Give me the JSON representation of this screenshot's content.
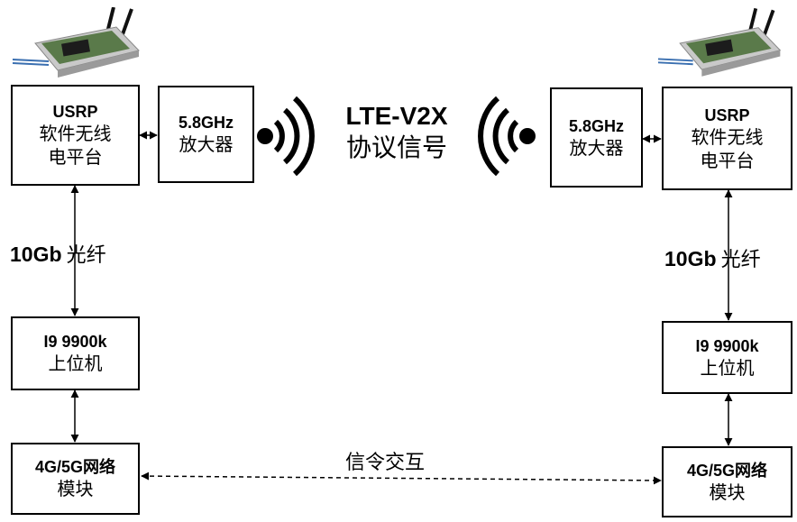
{
  "left": {
    "usrp": {
      "line1": "USRP",
      "line2": "软件无线",
      "line3": "电平台"
    },
    "amp": {
      "line1": "5.8GHz",
      "line2": "放大器"
    },
    "fiber": {
      "speed": "10Gb",
      "text": "光纤"
    },
    "host": {
      "line1": "I9 9900k",
      "line2": "上位机"
    },
    "net": {
      "line1": "4G/5G网络",
      "line2": "模块"
    }
  },
  "right": {
    "usrp": {
      "line1": "USRP",
      "line2": "软件无线",
      "line3": "电平台"
    },
    "amp": {
      "line1": "5.8GHz",
      "line2": "放大器"
    },
    "fiber": {
      "speed": "10Gb",
      "text": "光纤"
    },
    "host": {
      "line1": "I9 9900k",
      "line2": "上位机"
    },
    "net": {
      "line1": "4G/5G网络",
      "line2": "模块"
    }
  },
  "center": {
    "protocol_line1": "LTE-V2X",
    "protocol_line2": "协议信号",
    "signaling": "信令交互"
  }
}
